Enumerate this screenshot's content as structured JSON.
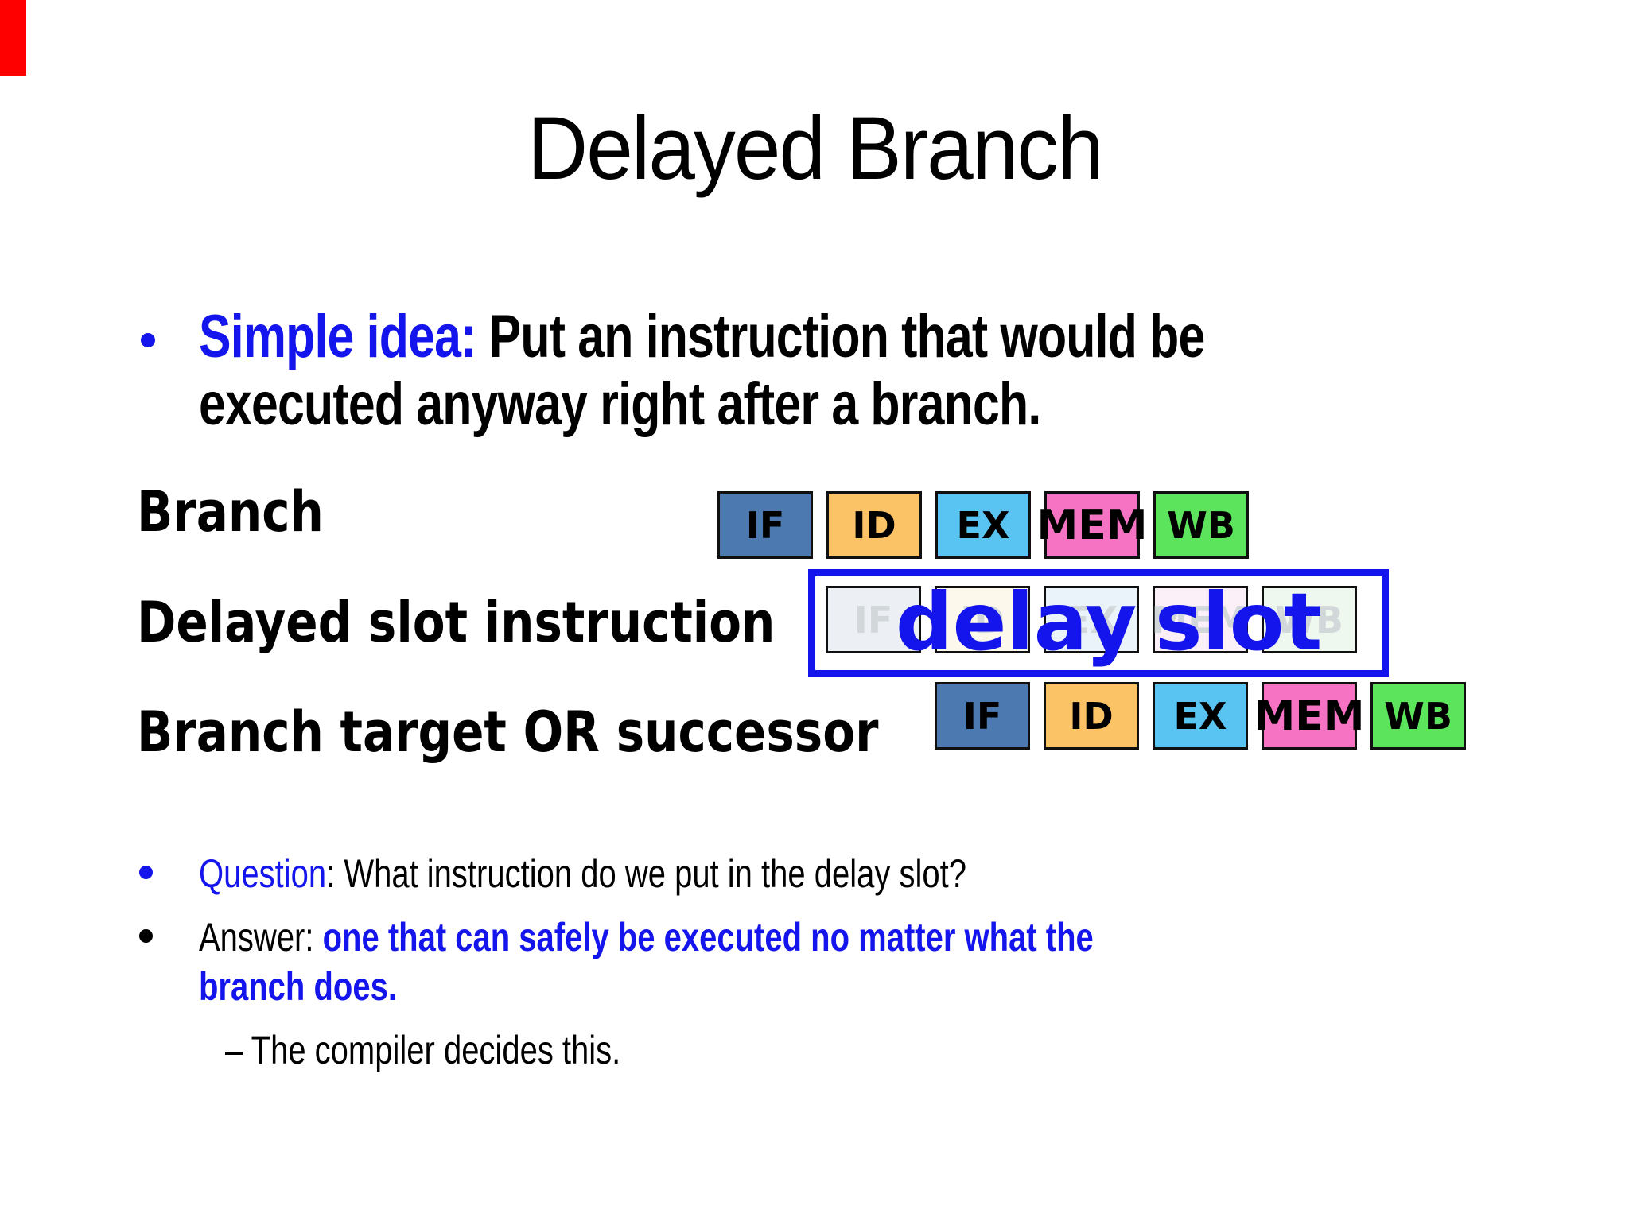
{
  "slide": {
    "title": "Delayed Branch",
    "colors": {
      "accent_blue": "#1414EC",
      "stage_fill": [
        "#4C7AB0",
        "#FBC365",
        "#59C4F2",
        "#F673C4",
        "#5CE55C"
      ],
      "stage_fill_faded": [
        "#ECF0F4",
        "#FCF9EC",
        "#EAF2FA",
        "#FBF0F8",
        "#EFF8EE"
      ],
      "faded_stage_text": "#D2D7DA",
      "box_border": "#101010",
      "bullet1_dot": "#1414EC",
      "question_dot": "#1414EC",
      "answer_dot": "#000000",
      "corner_marker_red": "#FF0000"
    },
    "bullet1": {
      "lead": "Simple idea:",
      "line1_rest": " Put an instruction that would be",
      "line2": "executed anyway right after a branch."
    },
    "pipeline": {
      "stages": [
        "IF",
        "ID",
        "EX",
        "MEM",
        "WB"
      ],
      "rows": [
        {
          "label": "Branch",
          "style": "solid"
        },
        {
          "label": "Delayed slot instruction",
          "style": "faded"
        },
        {
          "label": "Branch target OR successor",
          "style": "solid"
        }
      ],
      "overlay": {
        "word1": "delay",
        "word2": "slot"
      }
    },
    "question": {
      "lead": "Question",
      "rest": ": What instruction do we put in the delay slot?"
    },
    "answer": {
      "lead": "Answer: ",
      "rest": "one that can safely be executed no matter what the",
      "line2": "branch does."
    },
    "sub_bullet": "–  The compiler decides this."
  }
}
